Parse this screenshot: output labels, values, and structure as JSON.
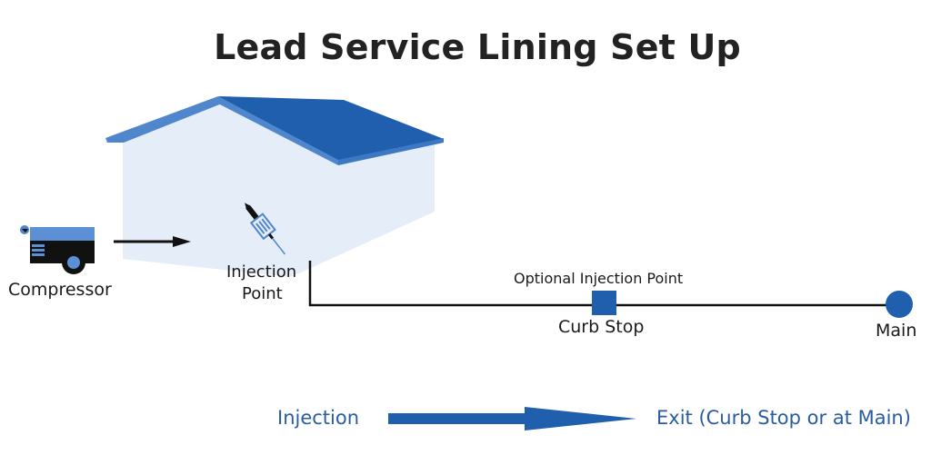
{
  "title": "Lead Service Lining Set Up",
  "labels": {
    "compressor": "Compressor",
    "injection_point_line1": "Injection",
    "injection_point_line2": "Point",
    "optional_injection_point": "Optional Injection Point",
    "curb_stop": "Curb Stop",
    "main": "Main"
  },
  "legend": {
    "start": "Injection",
    "end": "Exit (Curb Stop or at Main)"
  },
  "colors": {
    "roof": "#1f5fad",
    "roof_edge": "#4f86cc",
    "house_wall": "#e4edf8",
    "accent": "#1f5fad",
    "pipe": "#111111"
  }
}
